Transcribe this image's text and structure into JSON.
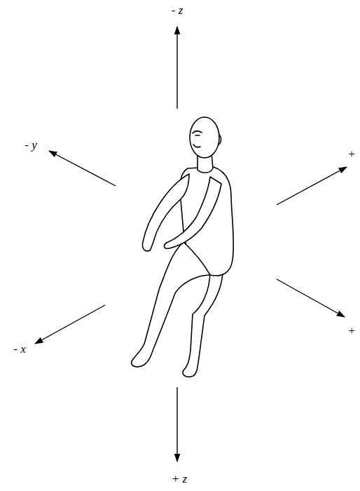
{
  "diagram": {
    "labels": [
      "- z",
      "- y",
      "+",
      "- x",
      "+",
      "+ z"
    ]
  }
}
